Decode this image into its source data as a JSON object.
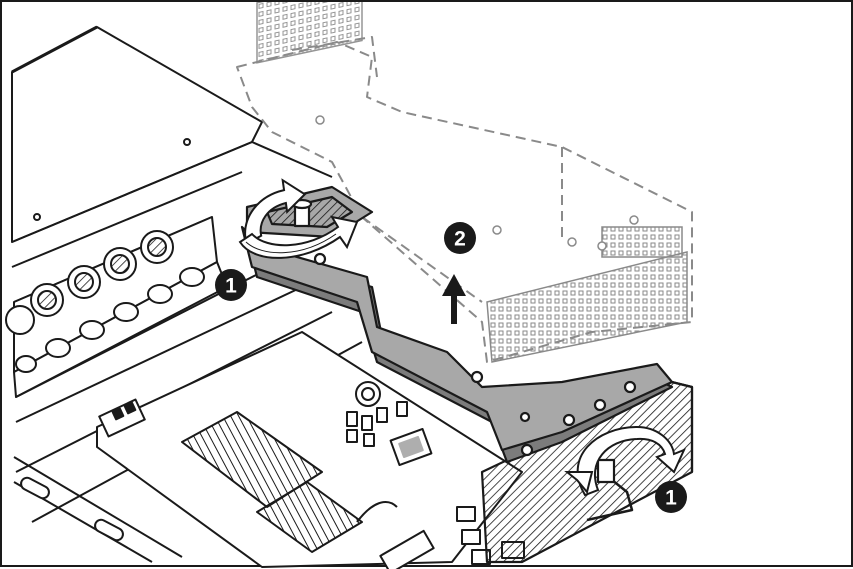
{
  "illustration": {
    "colors": {
      "line": "#1a1a1a",
      "bracket_fill": "#a8a8a8",
      "bracket_shadow": "#7c7c7c",
      "ghost_line": "#8a8a8a",
      "background": "#ffffff",
      "callout_fill": "#1a1a1a",
      "callout_text": "#ffffff"
    },
    "callouts": [
      {
        "label": "1"
      },
      {
        "label": "2"
      },
      {
        "label": "1"
      }
    ]
  }
}
